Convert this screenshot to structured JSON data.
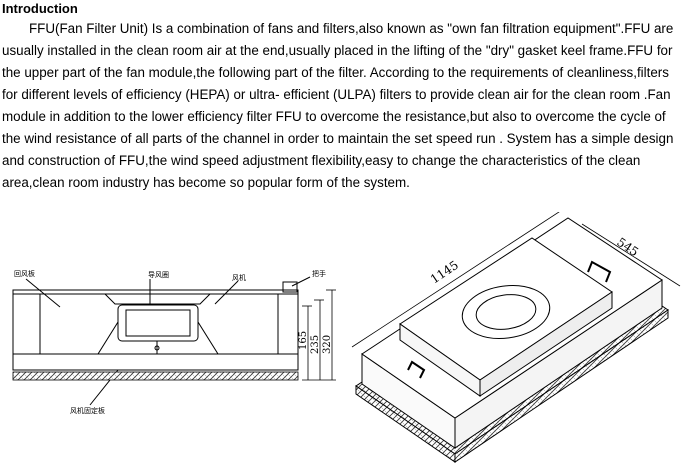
{
  "document": {
    "heading": "Introduction",
    "paragraph": "FFU(Fan Filter Unit) Is a combination of fans and filters,also known as \"own fan filtration equipment\".FFU are usually installed in the clean room air at the end,usually placed in the lifting of the \"dry\" gasket keel frame.FFU for the upper part of the fan module,the following part of the filter. According to the requirements of cleanliness,filters for different levels of efficiency (HEPA) or ultra- efficient (ULPA) filters to provide clean air for the clean room .Fan module in addition to the lower efficiency filter FFU to overcome the resistance,but also to overcome the cycle of the wind resistance of all parts of the channel in order to maintain the set speed run . System has a simple design and construction of FFU,the wind speed adjustment flexibility,easy to change the characteristics of the clean area,clean room industry has become so popular form of the system."
  },
  "side_view": {
    "labels": {
      "return_plate": "回风板",
      "guide_ring": "导风圈",
      "fan": "风机",
      "handle": "把手",
      "fan_mount_plate": "风机固定板"
    },
    "dimensions": {
      "d1": "165",
      "d2": "235",
      "d3": "320"
    }
  },
  "iso_view": {
    "dimensions": {
      "length": "1145",
      "width": "545"
    }
  }
}
